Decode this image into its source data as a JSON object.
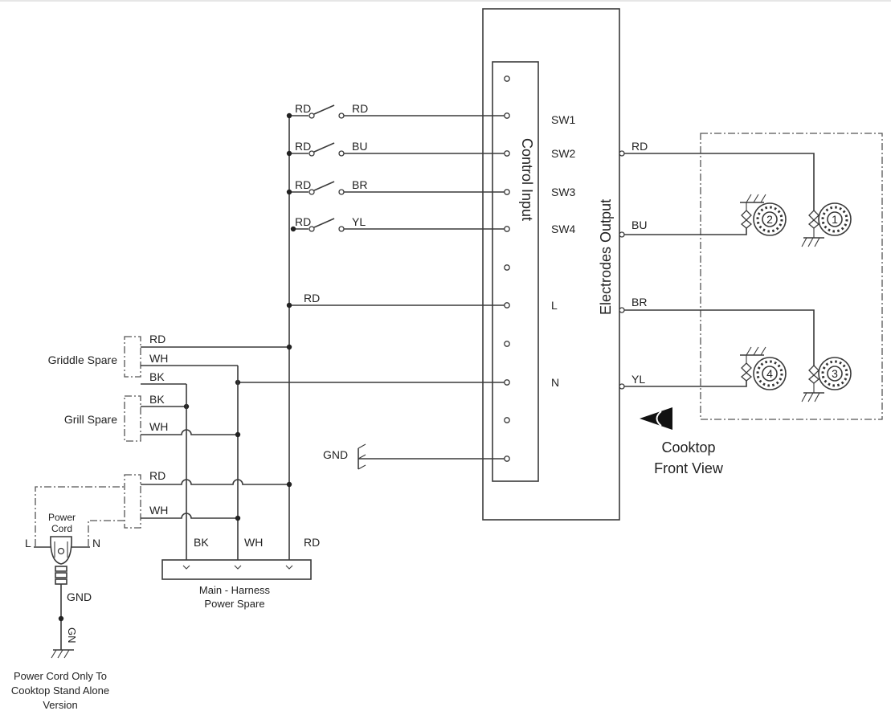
{
  "control": {
    "title": "Control Input",
    "pins": [
      "SW1",
      "SW2",
      "SW3",
      "SW4",
      "L",
      "N"
    ],
    "gnd": "GND"
  },
  "electrodes": {
    "title": "Electrodes Output",
    "wires": [
      "RD",
      "BU",
      "BR",
      "YL"
    ],
    "burners": [
      "1",
      "2",
      "3",
      "4"
    ]
  },
  "switches": {
    "left": [
      "RD",
      "RD",
      "RD",
      "RD"
    ],
    "right": [
      "RD",
      "BU",
      "BR",
      "YL"
    ],
    "l_wire": "RD"
  },
  "spares": {
    "griddle": {
      "name": "Griddle Spare",
      "wires": [
        "RD",
        "WH"
      ]
    },
    "grill": {
      "name": "Grill Spare",
      "wires": [
        "BK",
        "BK",
        "WH"
      ]
    },
    "power": {
      "wires": [
        "RD",
        "WH"
      ]
    }
  },
  "harness": {
    "title_line1": "Main - Harness",
    "title_line2": "Power Spare",
    "wires": [
      "BK",
      "WH",
      "RD"
    ]
  },
  "cord": {
    "label_line1": "Power",
    "label_line2": "Cord",
    "l": "L",
    "n": "N",
    "gnd": "GND",
    "gn": "GN",
    "note_line1": "Power Cord Only To",
    "note_line2": "Cooktop Stand Alone",
    "note_line3": "Version"
  },
  "front_view": {
    "line1": "Cooktop",
    "line2": "Front View"
  }
}
